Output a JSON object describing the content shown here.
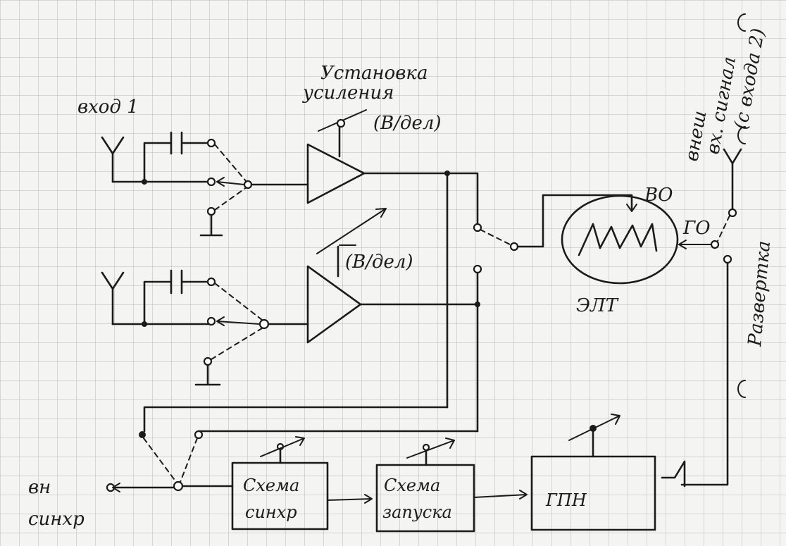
{
  "labels": {
    "input1": "вход 1",
    "gain_setting_line1": "Установка",
    "gain_setting_line2": "усиления",
    "volts_per_div_1": "(В/дел)",
    "volts_per_div_2": "(В/дел)",
    "vo": "ВО",
    "go": "ГО",
    "crt": "ЭЛТ",
    "ext_signal_line1": "внеш",
    "ext_signal_line2": "вх. сигнал",
    "ext_signal_line3": "(с входа 2)",
    "sweep": "Развертка",
    "ext_sync_line1": "вн",
    "ext_sync_line2": "синхр",
    "block_sync_line1": "Схема",
    "block_sync_line2": "синхр",
    "block_trigger_line1": "Схема",
    "block_trigger_line2": "запуска",
    "block_generator": "ГПН"
  }
}
